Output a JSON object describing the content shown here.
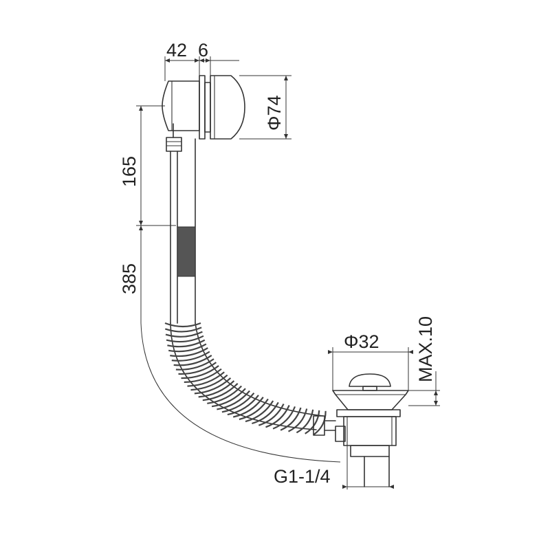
{
  "dimensions": {
    "overflow_depth_a": "42",
    "overflow_depth_b": "6",
    "overflow_diameter": "Φ74",
    "overflow_height": "165",
    "total_height": "385",
    "drain_diameter": "Φ32",
    "max_label": "MAX.10",
    "thread_size": "G1-1/4"
  },
  "colors": {
    "line": "#333333",
    "text": "#222222",
    "grip": "#555555"
  }
}
